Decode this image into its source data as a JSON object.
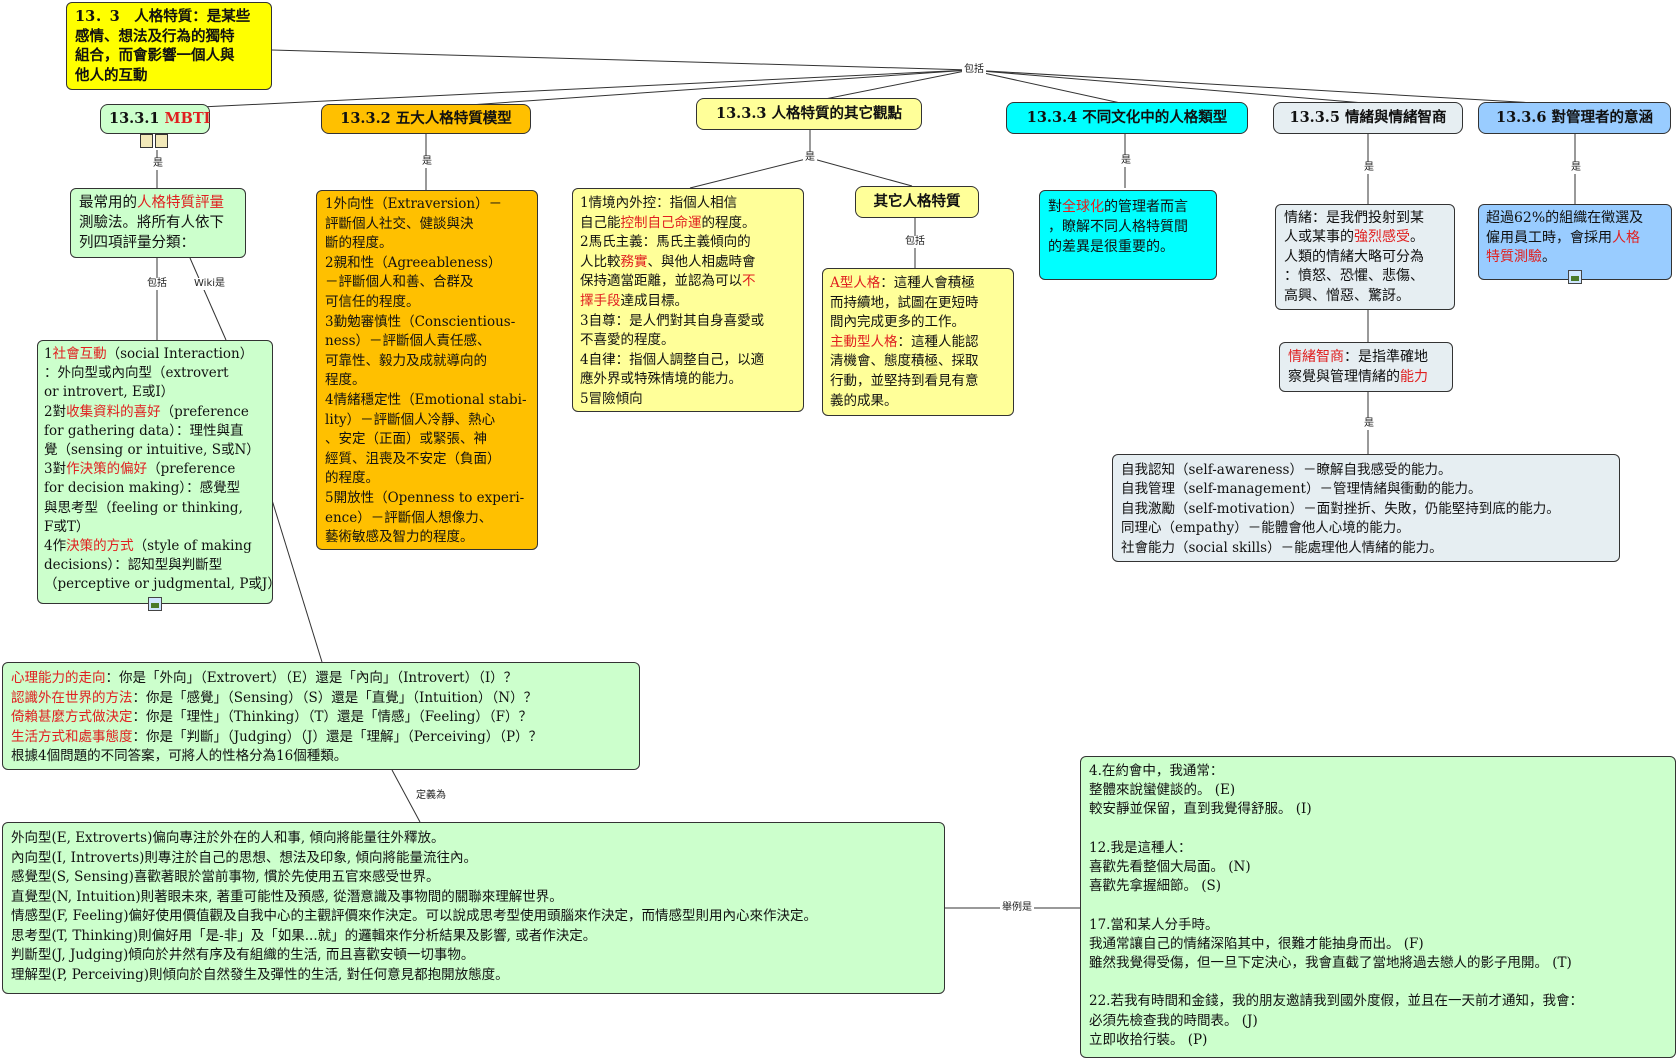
{
  "colors": {
    "root": "#ffff00",
    "green": "#ccffcc",
    "orange": "#ffc000",
    "lightyellow": "#ffff99",
    "cyan": "#00ffff",
    "slate": "#e6eef2",
    "blue": "#99ccff",
    "accent_red": "#e02020"
  },
  "root": {
    "lines": [
      "13．3　人格特質：是某些",
      "感情、想法及行為的獨特",
      "組合，而會影響一個人與",
      "他人的互動"
    ]
  },
  "labels": {
    "root_includes": "包括",
    "mbti_is": "是",
    "big5_is": "是",
    "other_is": "是",
    "culture_is": "是",
    "ei_is": "是",
    "mgr_is": "是",
    "mbti_includes": "包括",
    "mbti_wiki": "Wiki是",
    "other_traits_includes": "包括",
    "eq_is": "是",
    "defined_as": "定義為",
    "example_is": "舉例是"
  },
  "topics": {
    "mbti": {
      "num": "13.3.1",
      "name": "MBTI"
    },
    "big5": "13.3.2  五大人格特質模型",
    "other": "13.3.3  人格特質的其它觀點",
    "culture": "13.3.4  不同文化中的人格類型",
    "ei": "13.3.5  情緒與情緒智商",
    "mgr": "13.3.6  對管理者的意涵",
    "other_traits": "其它人格特質"
  },
  "mbti_desc": {
    "l1a": "最常用的",
    "l1b": "人格特質評量",
    "l2": "測驗法。將所有人依下",
    "l3": "列四項評量分類："
  },
  "mbti_list": {
    "a1": "1",
    "a2": "社會互動",
    "a3": "（social Interaction）",
    "a4": "：外向型或內向型（extrovert",
    "a5": " or introvert, E或I）",
    "b1": "2對",
    "b2": "收集資料的喜好",
    "b3": "（preference",
    "b4": " for gathering data）：理性與直",
    "b5": "覺（sensing or intuitive, S或N）",
    "c1": "3對",
    "c2": "作決策的偏好",
    "c3": "（preference",
    "c4": "for decision making）：感覺型",
    "c5": "與思考型（feeling or thinking,",
    "c6": "F或T）",
    "d1": "4作",
    "d2": "決策的方式",
    "d3": "（style of making",
    "d4": " decisions）：認知型與判斷型",
    "d5": "（perceptive or judgmental, P或J）"
  },
  "big5_list": [
    "1外向性（Extraversion）－",
    "評斷個人社交、健談與決",
    "斷的程度。",
    "2親和性（Agreeableness）",
    "－評斷個人和善、合群及",
    "可信任的程度。",
    "3勤勉審慎性（Conscientious-",
    "ness）－評斷個人責任感、",
    "可靠性、毅力及成就導向的",
    "程度。",
    "4情緒穩定性（Emotional stabi-",
    "lity）－評斷個人冷靜、熱心",
    "、安定（正面）或緊張、神",
    "經質、沮喪及不安定（負面）",
    "的程度。",
    "5開放性（Openness to experi-",
    "ence）－評斷個人想像力、",
    "藝術敏感及智力的程度。"
  ],
  "other_list": {
    "l1": "1情境內外控：指個人相信",
    "l2a": "自己能",
    "l2b": "控制自己命運",
    "l2c": "的程度。",
    "l3": "2馬氏主義：馬氏主義傾向的",
    "l4a": "人比較",
    "l4b": "務實",
    "l4c": "、與他人相處時會",
    "l5a": "保持適當距離，並認為可以",
    "l5b": "不",
    "l6a": "擇手段",
    "l6b": "達成目標。",
    "l7": "3自尊：是人們對其自身喜愛或",
    "l8": "不喜愛的程度。",
    "l9": "4自律：指個人調整自己，以適",
    "l10": "應外界或特殊情境的能力。",
    "l11": "5冒險傾向"
  },
  "other_traits_desc": {
    "l1a": "A型人格",
    "l1b": "：這種人會積極",
    "l2": "而持續地，試圖在更短時",
    "l3": "間內完成更多的工作。",
    "l4a": "主動型人格",
    "l4b": "：這種人能認",
    "l5": "清機會、態度積極、採取",
    "l6": "行動，並堅持到看見有意",
    "l7": "義的成果。"
  },
  "culture_desc": {
    "l1a": "對",
    "l1b": "全球化",
    "l1c": "的管理者而言",
    "l2": "，瞭解不同人格特質間",
    "l3": "的差異是很重要的。"
  },
  "ei_desc": {
    "l1": "情緒：是我們投射到某",
    "l2a": "人或某事的",
    "l2b": "強烈感受",
    "l2c": "。",
    "l3": "人類的情緒大略可分為",
    "l4": "：憤怒、恐懼、悲傷、",
    "l5": "高興、憎惡、驚訝。"
  },
  "eq_desc": {
    "l1a": "情緒智商",
    "l1b": "：是指準確地",
    "l2a": "察覺與管理情緒的",
    "l2b": "能力"
  },
  "eq_list": [
    "自我認知（self-awareness）－瞭解自我感受的能力。",
    "自我管理（self-management）－管理情緒與衝動的能力。",
    "自我激勵（self-motivation）－面對挫折、失敗，仍能堅持到底的能力。",
    "同理心（empathy）－能體會他人心境的能力。",
    "社會能力（social skills）－能處理他人情緒的能力。"
  ],
  "mgr_desc": {
    "l1": "超過62%的組織在徵選及",
    "l2a": "僱用員工時，會採用",
    "l2b": "人格",
    "l3": "特質測驗",
    "l3b": "。"
  },
  "mbti_questions": [
    {
      "q": "心理能力的走向",
      "t": "：你是「外向」（Extrovert）（E）還是「內向」（Introvert）（I）？"
    },
    {
      "q": "認識外在世界的方法",
      "t": "：你是「感覺」（Sensing）（S）還是「直覺」（Intuition）（N）？"
    },
    {
      "q": "倚賴甚麼方式做決定",
      "t": "：你是「理性」（Thinking）（T）還是「情感」（Feeling）（F）？"
    },
    {
      "q": "生活方式和處事態度",
      "t": "：你是「判斷」（Judging）（J）還是「理解」（Perceiving）（P）？"
    }
  ],
  "mbti_questions_footer": "根據4個問題的不同答案，可將人的性格分為16個種類。",
  "definitions": [
    "外向型(E, Extroverts)偏向專注於外在的人和事, 傾向將能量往外釋放。",
    "內向型(I, Introverts)則專注於自己的思想、想法及印象, 傾向將能量流往內。",
    "感覺型(S, Sensing)喜歡著眼於當前事物, 慣於先使用五官來感受世界。",
    "直覺型(N, Intuition)則著眼未來, 著重可能性及預感, 從潛意識及事物間的關聯來理解世界。",
    "情感型(F, Feeling)偏好使用價值觀及自我中心的主觀評價來作決定。可以說成思考型使用頭腦來作決定，而情感型則用內心來作決定。",
    "思考型(T, Thinking)則偏好用「是-非」及「如果...就」的邏輯來作分析結果及影響, 或者作決定。",
    "判斷型(J, Judging)傾向於井然有序及有組織的生活, 而且喜歡安頓一切事物。",
    "理解型(P, Perceiving)則傾向於自然發生及彈性的生活, 對任何意見都抱開放態度。"
  ],
  "examples": [
    "4.在約會中，我通常：",
    "整體來說蠻健談的。 (E)",
    "較安靜並保留，直到我覺得舒服。 (I)",
    "",
    "12.我是這種人：",
    "喜歡先看整個大局面。 (N)",
    "喜歡先拿握細節。 (S)",
    "",
    "17.當和某人分手時。",
    "我通常讓自己的情緒深陷其中，很難才能抽身而出。 (F)",
    "雖然我覺得受傷，但一旦下定決心，我會直截了當地將過去戀人的影子甩開。 (T)",
    "",
    "22.若我有時間和金錢，我的朋友邀請我到國外度假，並且在一天前才通知，我會：",
    "必須先檢查我的時間表。 (J)",
    "立即收拾行裝。 (P)"
  ]
}
